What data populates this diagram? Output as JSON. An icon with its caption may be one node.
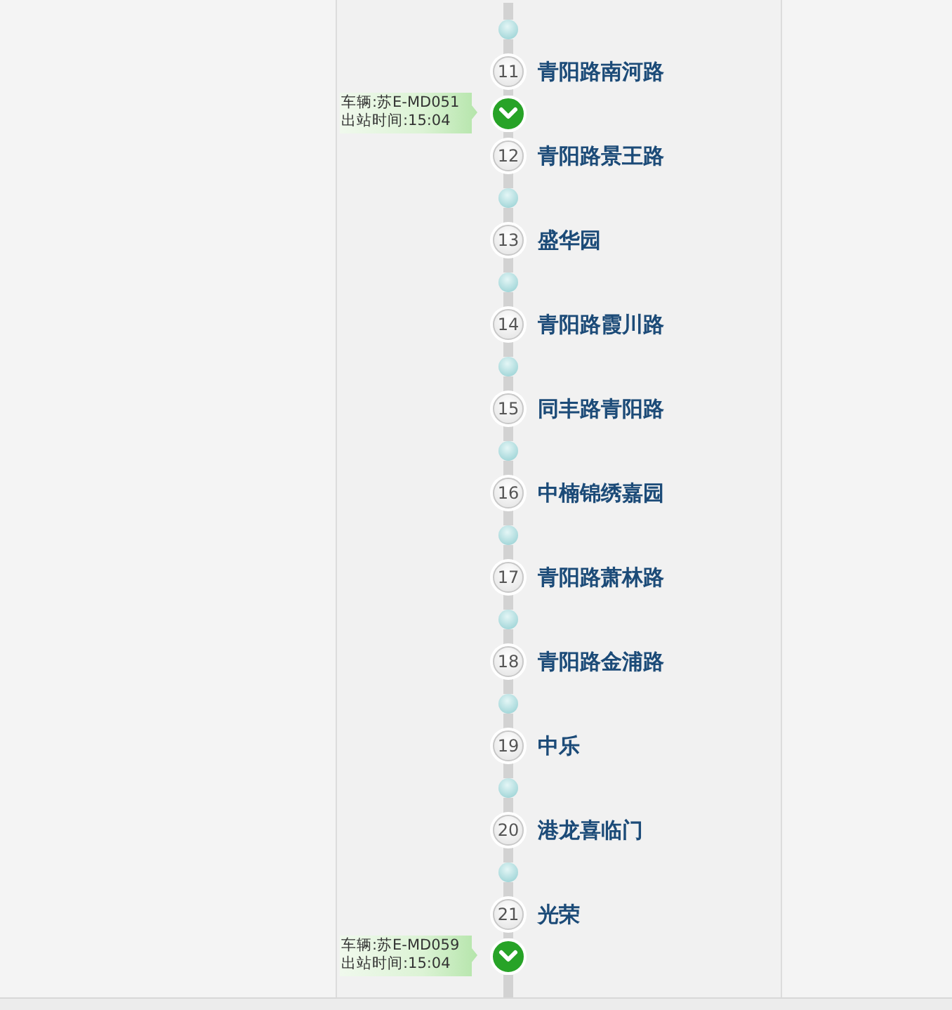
{
  "diagram": {
    "nodes": [
      {
        "text": [],
        "shape": "circle"
      },
      {
        "text": [
          "11"
        ],
        "beside": [
          "青阳路南河路"
        ]
      },
      {
        "text": [
          "车辆:苏E-MD051",
          "出站时间:15:04"
        ]
      },
      {
        "text": [],
        "shape": "circle"
      },
      {
        "text": [
          "12"
        ],
        "beside": [
          "青阳路景王路"
        ]
      },
      {
        "text": [],
        "shape": "circle"
      },
      {
        "text": [
          "13"
        ],
        "beside": [
          "盛华园"
        ]
      },
      {
        "text": [],
        "shape": "circle"
      },
      {
        "text": [
          "14"
        ],
        "beside": [
          "青阳路霞川路"
        ]
      },
      {
        "text": [],
        "shape": "circle"
      },
      {
        "text": [
          "15"
        ],
        "beside": [
          "同丰路青阳路"
        ]
      },
      {
        "text": [],
        "shape": "circle"
      },
      {
        "text": [
          "16"
        ],
        "beside": [
          "中楠锦绣嘉园"
        ]
      },
      {
        "text": [],
        "shape": "circle"
      },
      {
        "text": [
          "17"
        ],
        "beside": [
          "青阳路萧林路"
        ]
      },
      {
        "text": [],
        "shape": "circle"
      },
      {
        "text": [
          "18"
        ],
        "beside": [
          "青阳路金浦路"
        ]
      },
      {
        "text": [],
        "shape": "circle"
      },
      {
        "text": [
          "19"
        ],
        "beside": [
          "中乐"
        ]
      },
      {
        "text": [],
        "shape": "circle"
      },
      {
        "text": [
          "20"
        ],
        "beside": [
          "港龙喜临门"
        ]
      },
      {
        "text": [],
        "shape": "circle"
      },
      {
        "text": [
          "21"
        ],
        "beside": [
          "光荣"
        ]
      },
      {
        "text": [
          "车辆:苏E-MD059",
          "出站时间:15:04"
        ]
      },
      {
        "text": [],
        "shape": "circle"
      }
    ],
    "edges": [
      {
        "from": null,
        "to": 0,
        "arrow": "none"
      },
      {
        "from": 0,
        "to": 1,
        "arrow": "none"
      },
      {
        "from": 1,
        "to": 3,
        "arrow": "none"
      },
      {
        "from": 3,
        "to": 4,
        "arrow": "none"
      },
      {
        "from": 4,
        "to": 5,
        "arrow": "none"
      },
      {
        "from": 5,
        "to": 6,
        "arrow": "none"
      },
      {
        "from": 6,
        "to": 7,
        "arrow": "none"
      },
      {
        "from": 7,
        "to": 8,
        "arrow": "none"
      },
      {
        "from": 8,
        "to": 9,
        "arrow": "none"
      },
      {
        "from": 9,
        "to": 10,
        "arrow": "none"
      },
      {
        "from": 10,
        "to": 11,
        "arrow": "none"
      },
      {
        "from": 11,
        "to": 12,
        "arrow": "none"
      },
      {
        "from": 12,
        "to": 13,
        "arrow": "none"
      },
      {
        "from": 13,
        "to": 14,
        "arrow": "none"
      },
      {
        "from": 14,
        "to": 15,
        "arrow": "none"
      },
      {
        "from": 15,
        "to": 16,
        "arrow": "none"
      },
      {
        "from": 16,
        "to": 17,
        "arrow": "none"
      },
      {
        "from": 17,
        "to": 18,
        "arrow": "none"
      },
      {
        "from": 18,
        "to": 19,
        "arrow": "none"
      },
      {
        "from": 19,
        "to": 20,
        "arrow": "none"
      },
      {
        "from": 20,
        "to": 21,
        "arrow": "none"
      },
      {
        "from": 21,
        "to": 22,
        "arrow": "none"
      },
      {
        "from": 22,
        "to": 24,
        "arrow": "none"
      },
      {
        "from": 24,
        "to": null,
        "arrow": "none"
      }
    ]
  }
}
